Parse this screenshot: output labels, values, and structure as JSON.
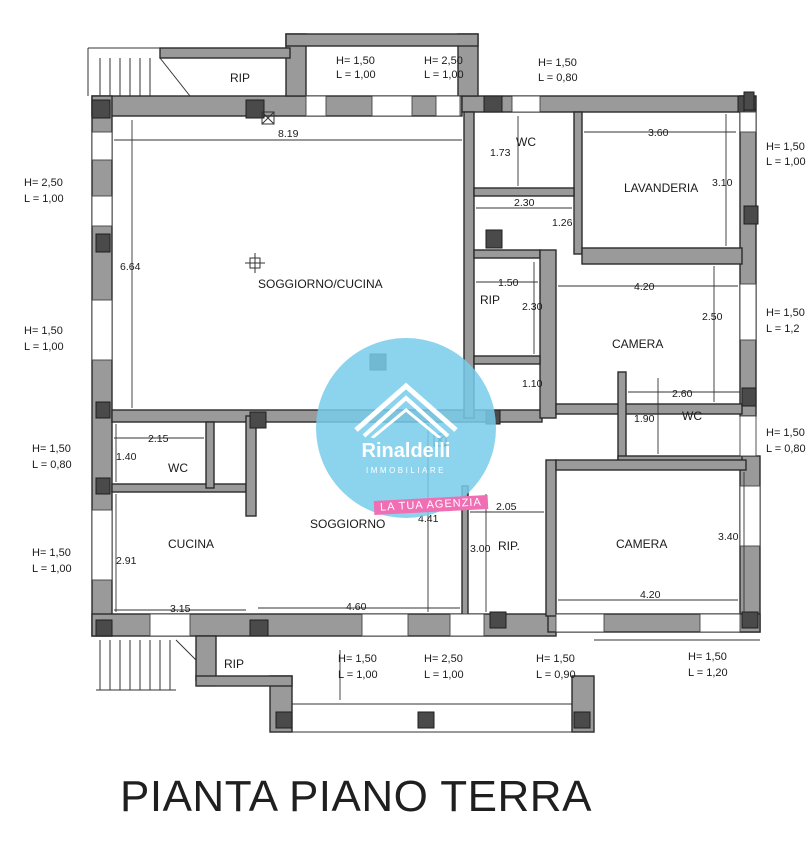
{
  "title": "PIANTA PIANO TERRA",
  "watermark": {
    "brand": "Rinaldelli",
    "subtitle": "IMMOBILIARE",
    "tagline": "LA TUA AGENZIA",
    "circle_color": "#7fd0ee",
    "tag_color": "#f06fb4"
  },
  "rooms": {
    "rip_top": "RIP",
    "wc_top": "WC",
    "lavanderia": "LAVANDERIA",
    "soggiorno_cucina": "SOGGIORNO/CUCINA",
    "rip_mid": "RIP",
    "camera_top": "CAMERA",
    "wc_right": "WC",
    "wc_left": "WC",
    "cucina": "CUCINA",
    "soggiorno": "SOGGIORNO",
    "rip_low": "RIP.",
    "camera_bottom": "CAMERA",
    "rip_bottom": "RIP"
  },
  "dimensions": {
    "d_819": "8.19",
    "d_664": "6.64",
    "d_173": "1.73",
    "d_230": "2.30",
    "d_126": "1.26",
    "d_360": "3.60",
    "d_310": "3.10",
    "d_150": "1.50",
    "d_230v": "2.30",
    "d_110": "1.10",
    "d_420a": "4.20",
    "d_250": "2.50",
    "d_260": "2.60",
    "d_190": "1.90",
    "d_215": "2.15",
    "d_140": "1.40",
    "d_291": "2.91",
    "d_315": "3.15",
    "d_460": "4.60",
    "d_441": "4.41",
    "d_205": "2.05",
    "d_300": "3.00",
    "d_340": "3.40",
    "d_420b": "4.20"
  },
  "openings": [
    {
      "h": "H= 1,50",
      "l": "L = 1,00"
    },
    {
      "h": "H= 2,50",
      "l": "L = 1,00"
    },
    {
      "h": "H= 1,50",
      "l": "L = 0,80"
    },
    {
      "h": "H= 2,50",
      "l": "L = 1,00"
    },
    {
      "h": "H= 1,50",
      "l": "L = 1,00"
    },
    {
      "h": "H= 1,50",
      "l": "L = 0,80"
    },
    {
      "h": "H= 1,50",
      "l": "L = 1,00"
    },
    {
      "h": "H= 1,50",
      "l": "L = 1,00"
    },
    {
      "h": "H= 2,50",
      "l": "L = 1,00"
    },
    {
      "h": "H= 1,50",
      "l": "L = 0,90"
    },
    {
      "h": "H= 1,50",
      "l": "L = 1,20"
    },
    {
      "h": "H= 1,50",
      "l": "L = 1,00"
    },
    {
      "h": "H= 1,50",
      "l": "L = 1,2"
    },
    {
      "h": "H= 1,50",
      "l": "L = 0,80"
    }
  ]
}
